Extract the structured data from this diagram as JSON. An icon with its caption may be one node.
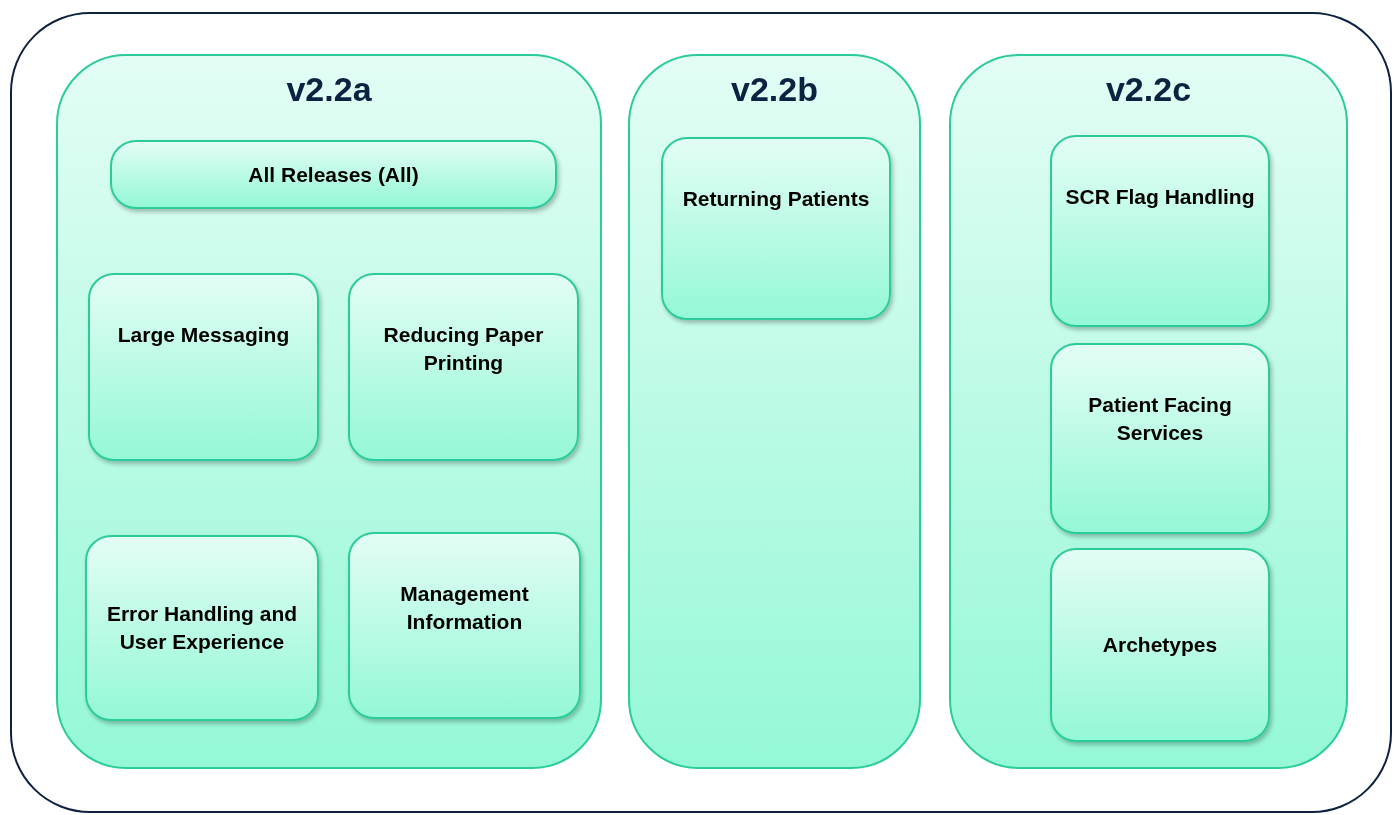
{
  "diagram": {
    "nodes": [
      {
        "text": [],
        "shape": "box"
      },
      {
        "text": [
          "v2.2a"
        ],
        "in": 0
      },
      {
        "text": [
          "All Releases (All)"
        ],
        "in": 1
      },
      {
        "text": [
          "Large Messaging"
        ],
        "in": 1
      },
      {
        "text": [
          "Reducing Paper Printing"
        ],
        "in": 1
      },
      {
        "text": [
          "Error Handling and User Experience"
        ],
        "in": 1
      },
      {
        "text": [
          "Management Information"
        ],
        "in": 1
      },
      {
        "text": [
          "v2.2b"
        ],
        "in": 0
      },
      {
        "text": [
          "Returning Patients"
        ],
        "in": 7
      },
      {
        "text": [
          "v2.2c"
        ],
        "in": 0
      },
      {
        "text": [
          "SCR Flag Handling"
        ],
        "in": 9
      },
      {
        "text": [
          "Patient Facing Services"
        ],
        "in": 9
      },
      {
        "text": [
          "Archetypes"
        ],
        "in": 9
      }
    ],
    "edges": []
  }
}
